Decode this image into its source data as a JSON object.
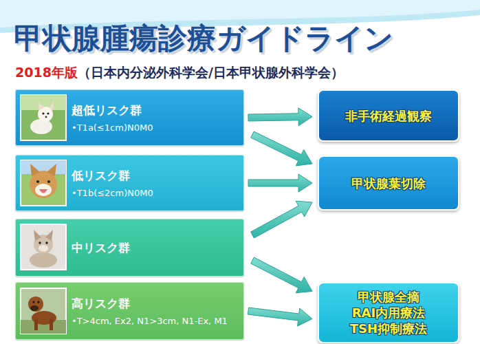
{
  "diagram": {
    "title": "甲状腺腫瘍診療ガイドライン",
    "nodes": [
      {
        "text": [
          "超低リスク群",
          "•T1a(≤1cm)N0M0"
        ]
      },
      {
        "text": [
          "低リスク群",
          "•T1b(≤2cm)N0M0"
        ]
      },
      {
        "text": [
          "中リスク群"
        ]
      },
      {
        "text": [
          "高リスク群",
          "•T>4cm, Ex2, N1>3cm, N1-Ex, M1"
        ]
      },
      {
        "text": [
          "非手術経過観察"
        ]
      },
      {
        "text": [
          "甲状腺葉切除"
        ]
      },
      {
        "text": [
          "甲状腺全摘",
          "RAI内用療法",
          "TSH抑制療法"
        ]
      }
    ],
    "edges": [
      {
        "from": 0,
        "to": 4,
        "arrow": "to"
      },
      {
        "from": 0,
        "to": 5,
        "arrow": "to"
      },
      {
        "from": 1,
        "to": 5,
        "arrow": "to"
      },
      {
        "from": 2,
        "to": 5,
        "arrow": "to"
      },
      {
        "from": 2,
        "to": 6,
        "arrow": "to"
      },
      {
        "from": 3,
        "to": 6,
        "arrow": "to"
      }
    ],
    "labels": [
      "2018年版",
      "（日本内分泌外科学会/日本甲状腺外科学会）"
    ]
  }
}
